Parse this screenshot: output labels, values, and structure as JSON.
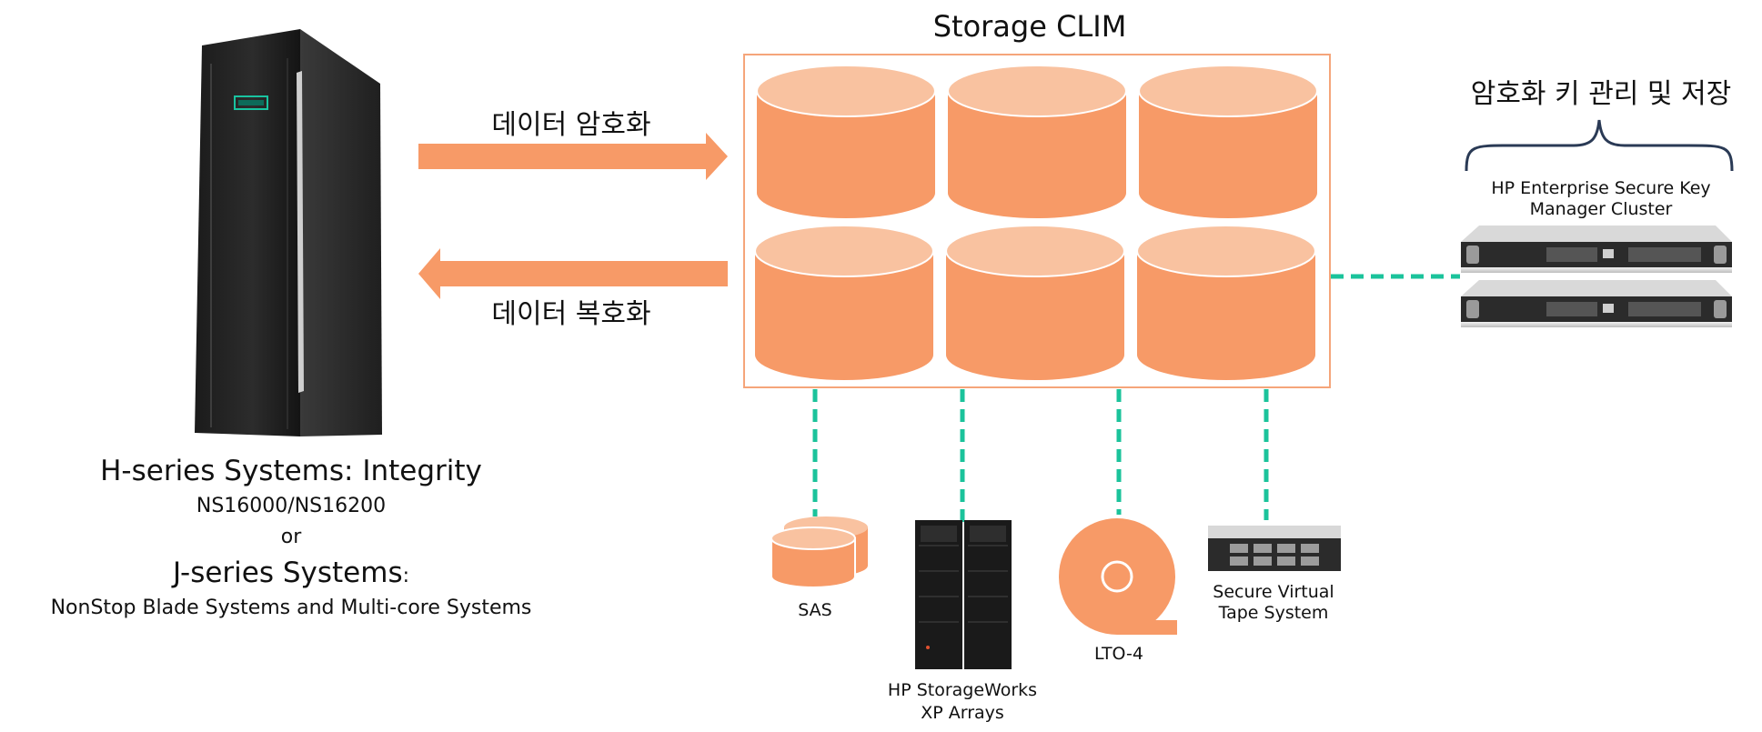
{
  "storage": {
    "title": "Storage CLIM",
    "accent_color": "#F79A67",
    "accent_light": "#F9C2A0",
    "border_color": "#F5A57A",
    "link_color": "#1BC39B"
  },
  "arrows": {
    "encrypt_label": "데이터 암호화",
    "decrypt_label": "데이터 복호화"
  },
  "server": {
    "icon": "server-tower-icon",
    "line1": "H-series Systems: Integrity",
    "line2": "NS16000/NS16200",
    "line3": "or",
    "line4": "J-series Systems",
    "line4_suffix": ":",
    "line5": "NonStop Blade Systems and Multi-core Systems"
  },
  "key_manager": {
    "heading": "암호화 키 관리 및 저장",
    "line1": "HP Enterprise Secure Key",
    "line2": "Manager Cluster",
    "icon": "rack-server-icon"
  },
  "devices": {
    "sas": "SAS",
    "xp_line1": "HP StorageWorks",
    "xp_line2": "XP Arrays",
    "lto": "LTO-4",
    "vts_line1": "Secure Virtual",
    "vts_line2": "Tape System"
  }
}
